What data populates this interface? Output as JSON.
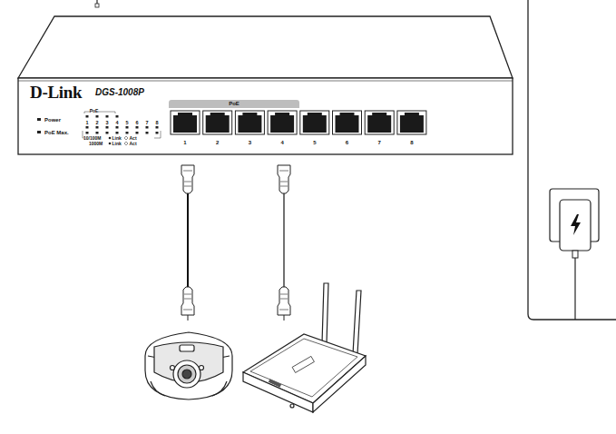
{
  "diagram": {
    "labels": [
      "D-Link",
      "DGS-1008P",
      "Power",
      "PoE Max.",
      "PoE",
      "1",
      "2",
      "3",
      "4",
      "5",
      "6",
      "7",
      "8",
      "10/100M",
      "Link",
      "Act",
      "1000M",
      "Link",
      "Act",
      "PoE",
      "1",
      "2",
      "3",
      "4",
      "5",
      "6",
      "7",
      "8"
    ]
  }
}
